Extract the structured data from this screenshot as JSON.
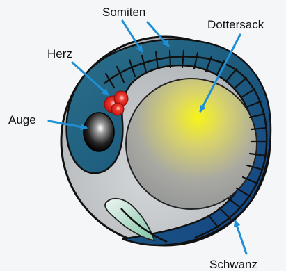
{
  "labels": {
    "somiten": "Somiten",
    "dottersack": "Dottersack",
    "herz": "Herz",
    "auge": "Auge",
    "schwanz": "Schwanz"
  },
  "colors": {
    "background": "#f4f6f8",
    "embryo_body": "#1f5e7c",
    "tail_dark": "#163d8e",
    "egg_fill": "#bfc3c6",
    "yolk_highlight": "#f5f21a",
    "heart": "#e0201a",
    "arrow": "#1f8fd6"
  }
}
